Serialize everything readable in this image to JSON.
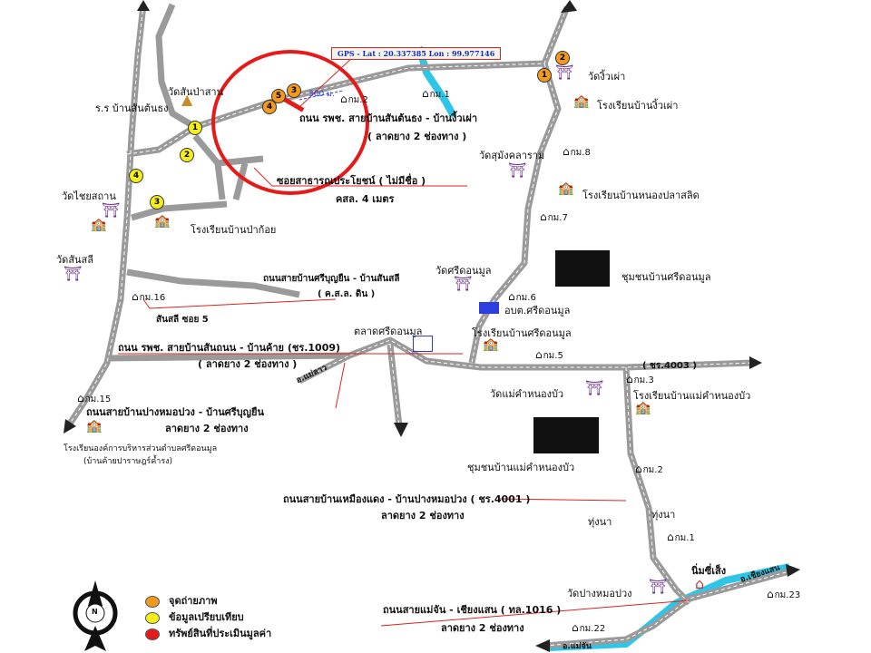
{
  "gps_label": "GPS - Lat : 20.337385 Lon : 99.977146",
  "distance_label": "300 ม.",
  "roads": {
    "main_road": "ถนน รพช. สายบ้านสันต้นธง - บ้านงิ้วเผ่า",
    "main_road_surface": "( ลาดยาง 2 ช่องทาง )",
    "soi_public": "ซอยสาธารณประโยชน์ ( ไม่มีชื่อ )",
    "soi_surface": "คสล. 4 เมตร",
    "sriboonyuen_road": "ถนนสายบ้านศรีบุญยืน - บ้านสันสลี",
    "sriboonyuen_surface": "( ค.ส.ล. ดิน )",
    "kuad_road": "ถนน รพช. สายบ้านสันถนน - บ้านค้าย (ชร.1009)",
    "kuad_surface": "( ลาดยาง 2 ช่องทาง )",
    "pangmo_road": "ถนนสายบ้านปางหมอปวง - บ้านศรีบุญยืน",
    "pangmo_surface": "ลาดยาง 2 ช่องทาง",
    "ched_road": "ถนนสายบ้านเหมืองแดง - บ้านปางหมอปวง ( ชร.4001 )",
    "ched_surface": "ลาดยาง 2 ช่องทาง",
    "hwy_road": "ถนนสายแม่จัน - เชียงแสน ( ทล.1016 )",
    "hwy_surface": "ลาดยาง 2 ช่องทาง",
    "cr4003": "( ชร.4003 )",
    "to_maechan": "อ.แม่จัน",
    "to_chiangsaen": "อ.เชียงแสน",
    "to_maelao": "อ.แม่ลาว",
    "soi5": "สันสลี ซอย 5"
  },
  "places": {
    "wat_sanpasan": "วัดสันป่าสาน",
    "school_santonthong": "ร.ร บ้านสันต้นธง",
    "wat_ngiewphao": "วัดงิ้วเผ่า",
    "school_ngiewphao": "โรงเรียนบ้านงิ้วเผ่า",
    "wat_saimongkhol": "วัดสุมังคลาราม",
    "school_nongplasuk": "โรงเรียนบ้านหนองปลาสลิด",
    "wat_chaisathan": "วัดไชยสถาน",
    "school_pakoi": "โรงเรียนบ้านป่าก้อย",
    "wat_sansali": "วัดสันสลี",
    "wat_sridonmoon": "วัดศรีดอนมูล",
    "community_sridonmoon": "ชุมชนบ้านศรีดอนมูล",
    "obt": "อบต.ศรีดอนมูล",
    "market": "ตลาดศรีดอนมูล",
    "school_sridonmoon": "โรงเรียนบ้านศรีดอนมูล",
    "wat_maekhamnongbua": "วัดแม่คำหนองบัว",
    "school_maekhamnongbua": "โรงเรียนบ้านแม่คำหนองบัว",
    "community_maekham": "ชุมชนบ้านแม่คำหนองบัว",
    "school_sao": "โรงเรียนองค์การบริหารส่วนตำบลศรีดอนมูล",
    "school_sao_sub": "(บ้านค้ายปาราษฎร์ค้ำรง)",
    "thungna1": "ทุ่งนา",
    "thungna2": "ทุ่งนา",
    "wat_pangmopuang": "วัดปางหมอปวง",
    "nim": "นิ่มซี่เส็ง"
  },
  "km_markers": [
    "กม.1",
    "กม.2",
    "กม.8",
    "กม.7",
    "กม.6",
    "กม.5",
    "กม.3",
    "กม.2",
    "กม.1",
    "กม.16",
    "กม.15",
    "กม.22",
    "กม.23"
  ],
  "markers": {
    "yellow": [
      "1",
      "2",
      "3",
      "4"
    ],
    "orange": [
      "1",
      "2",
      "3",
      "4",
      "5"
    ]
  },
  "legend": {
    "photo_point": "จุดถ่ายภาพ",
    "comparables": "ข้อมูลเปรียบเทียบ",
    "subject": "ทรัพย์สินที่ประเมินมูลค่า",
    "compass_n": "N"
  },
  "colors": {
    "road": "#9a9a9a",
    "river": "#2ec5e6",
    "highlight": "#e41b1b",
    "yellow": "#f6ee1a",
    "orange": "#f39a1e"
  }
}
